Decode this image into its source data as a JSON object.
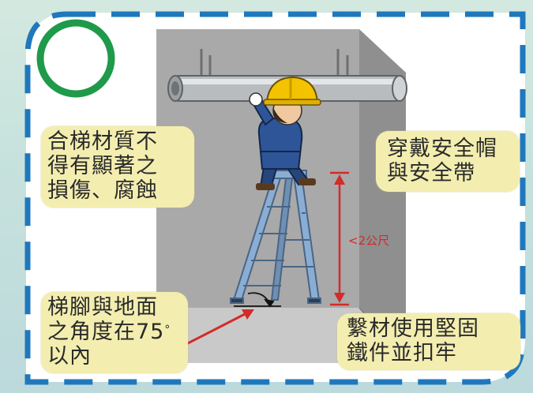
{
  "notes": {
    "material": {
      "line1": "合梯材質不",
      "line2": "得有顯著之",
      "line3": "損傷、腐蝕"
    },
    "gear": {
      "line1": "穿戴安全帽",
      "line2": "與安全帶"
    },
    "angle": {
      "line1": "梯腳與地面",
      "line2": "之角度在75",
      "degree": "°",
      "line3": "以內"
    },
    "tie": {
      "line1": "繫材使用堅固",
      "line2": "鐵件並扣牢"
    }
  },
  "height_label": "<2公尺",
  "colors": {
    "frame_blue": "#1f78bd",
    "circle_green": "#1f9a4a",
    "note_fill": "#f3eeb0",
    "wall_gray": "#a8a8a8",
    "arrow_red": "#d42a2a",
    "helmet_yellow": "#f4c300",
    "ladder_blue": "#7fa3c8"
  },
  "icons": [
    "correct-circle-icon",
    "worker-on-ladder-illustration",
    "pipe-icon"
  ]
}
